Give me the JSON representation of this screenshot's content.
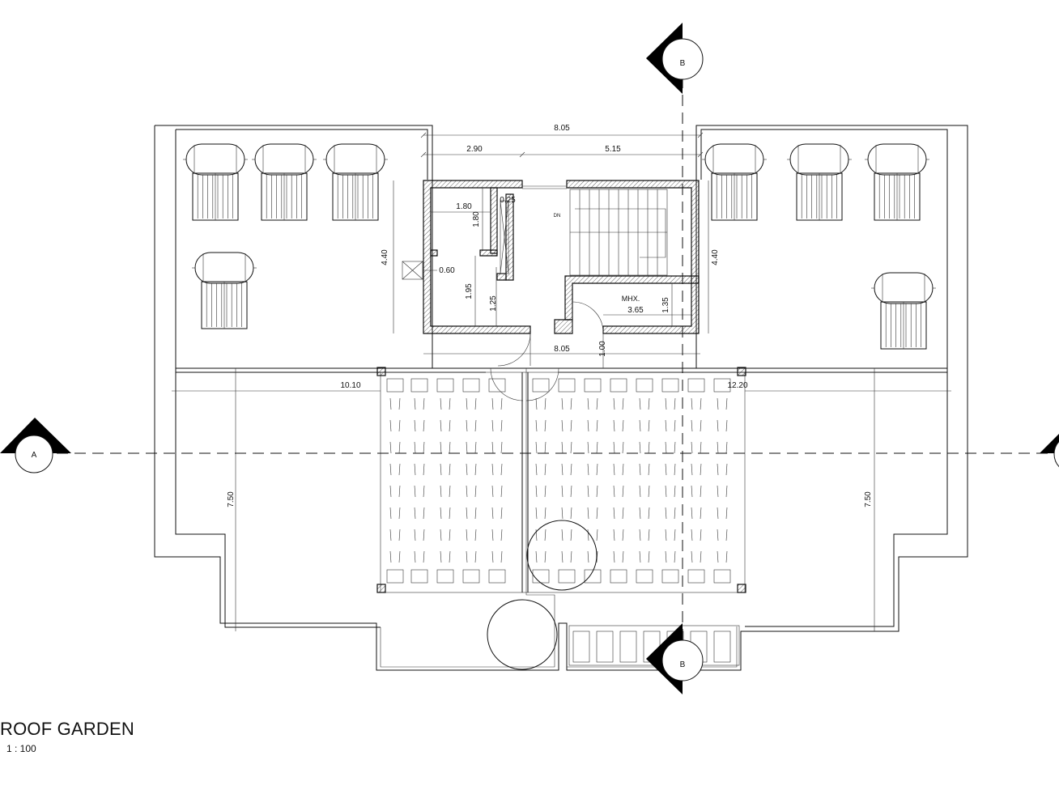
{
  "drawing": {
    "title": "ROOF GARDEN",
    "scale": "1 : 100",
    "section_marks": {
      "a": "A",
      "b": "B"
    },
    "rooms": {
      "dn": "DN",
      "mhx": "MHX."
    },
    "dimensions": {
      "top_overall": "8.05",
      "top_left": "2.90",
      "top_right": "5.15",
      "core_height_left": "4.40",
      "core_height_right": "4.40",
      "room_w": "1.80",
      "room_h": "1.80",
      "shaft": "0.25",
      "duct": "0.60",
      "wc_h": "1.95",
      "wc_h2": "1.25",
      "mhx_w": "3.65",
      "mhx_h": "1.35",
      "core_bottom": "8.05",
      "door_gap": "1.00",
      "left_span": "10.10",
      "right_span": "12.20",
      "left_depth": "7.50",
      "right_depth": "7.50"
    }
  }
}
